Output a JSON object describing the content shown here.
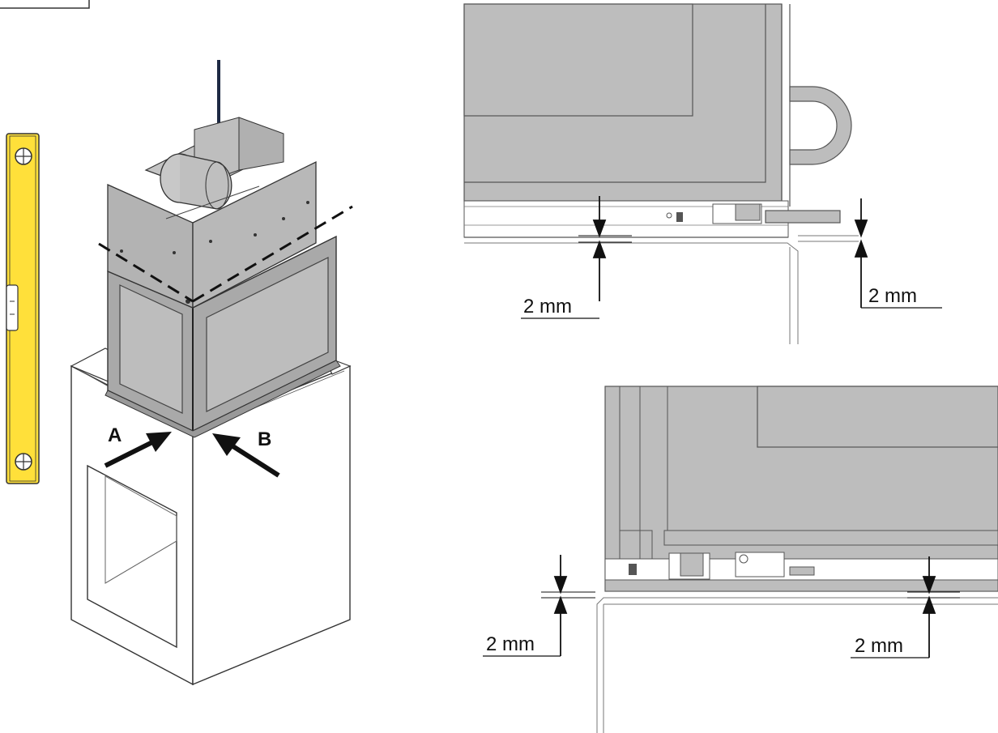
{
  "labels": {
    "corner_a": "A",
    "corner_b": "B"
  },
  "dimensions": {
    "top_left_gap": "2 mm",
    "top_right_gap": "2 mm",
    "bottom_left_gap": "2 mm",
    "bottom_right_gap": "2 mm"
  },
  "colors": {
    "level_body": "#FFE03A",
    "panel_fill": "#BDBDBD",
    "panel_edge": "#555555",
    "stroke": "#111111"
  },
  "icons": {
    "spirit_level": "spirit-level-icon",
    "arrow": "arrow-icon"
  }
}
